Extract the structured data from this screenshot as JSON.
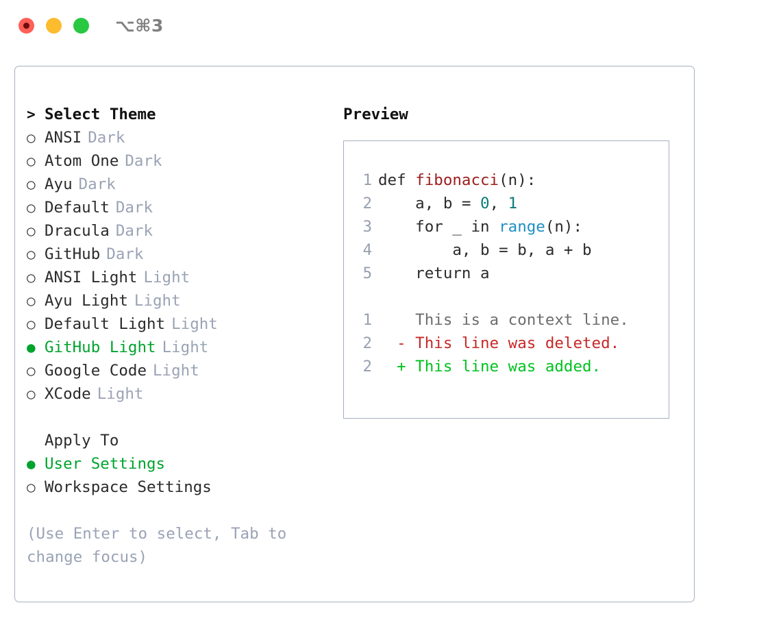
{
  "window": {
    "shortcut": "⌥⌘3",
    "traffic_lights": [
      {
        "name": "close",
        "color": "#ff5f57"
      },
      {
        "name": "minimize",
        "color": "#fdbc2e"
      },
      {
        "name": "maximize",
        "color": "#28c840"
      }
    ]
  },
  "theme_picker": {
    "caret": ">",
    "title": "Select Theme",
    "marker_empty": "○",
    "marker_full": "●",
    "items": [
      {
        "label": "ANSI",
        "variant": "Dark",
        "selected": false
      },
      {
        "label": "Atom One",
        "variant": "Dark",
        "selected": false
      },
      {
        "label": "Ayu",
        "variant": "Dark",
        "selected": false
      },
      {
        "label": "Default",
        "variant": "Dark",
        "selected": false
      },
      {
        "label": "Dracula",
        "variant": "Dark",
        "selected": false
      },
      {
        "label": "GitHub",
        "variant": "Dark",
        "selected": false
      },
      {
        "label": "ANSI Light",
        "variant": "Light",
        "selected": false
      },
      {
        "label": "Ayu Light",
        "variant": "Light",
        "selected": false
      },
      {
        "label": "Default Light",
        "variant": "Light",
        "selected": false
      },
      {
        "label": "GitHub Light",
        "variant": "Light",
        "selected": true
      },
      {
        "label": "Google Code",
        "variant": "Light",
        "selected": false
      },
      {
        "label": "XCode",
        "variant": "Light",
        "selected": false
      }
    ]
  },
  "apply_to": {
    "title": "Apply To",
    "options": [
      {
        "label": "User Settings",
        "selected": true
      },
      {
        "label": "Workspace Settings",
        "selected": false
      }
    ]
  },
  "hint": "(Use Enter to select, Tab to change focus)",
  "preview": {
    "title": "Preview",
    "code_lines": [
      {
        "number": "1",
        "tokens": [
          {
            "text": "def ",
            "kind": "plain"
          },
          {
            "text": "fibonacci",
            "kind": "fn"
          },
          {
            "text": "(n):",
            "kind": "plain"
          }
        ]
      },
      {
        "number": "2",
        "tokens": [
          {
            "text": "    a, b = ",
            "kind": "plain"
          },
          {
            "text": "0",
            "kind": "num"
          },
          {
            "text": ", ",
            "kind": "plain"
          },
          {
            "text": "1",
            "kind": "num"
          }
        ]
      },
      {
        "number": "3",
        "tokens": [
          {
            "text": "    for _ in ",
            "kind": "plain"
          },
          {
            "text": "range",
            "kind": "call"
          },
          {
            "text": "(n):",
            "kind": "plain"
          }
        ]
      },
      {
        "number": "4",
        "tokens": [
          {
            "text": "        a, b = b, a + b",
            "kind": "plain"
          }
        ]
      },
      {
        "number": "5",
        "tokens": [
          {
            "text": "    return a",
            "kind": "plain"
          }
        ]
      }
    ],
    "diff_lines": [
      {
        "number": "1",
        "sign": " ",
        "text": "This is a context line.",
        "kind": "ctx"
      },
      {
        "number": "2",
        "sign": "-",
        "text": "This line was deleted.",
        "kind": "del"
      },
      {
        "number": "2",
        "sign": "+",
        "text": "This line was added.",
        "kind": "add"
      }
    ]
  },
  "colors": {
    "accent_green": "#00a32e",
    "muted": "#9aa3b5",
    "border": "#a6afc0",
    "fn_red": "#9c1d1d",
    "num_teal": "#0d7a77",
    "call_blue": "#1f8fc4",
    "diff_del": "#c62828",
    "diff_add": "#00c21f"
  }
}
